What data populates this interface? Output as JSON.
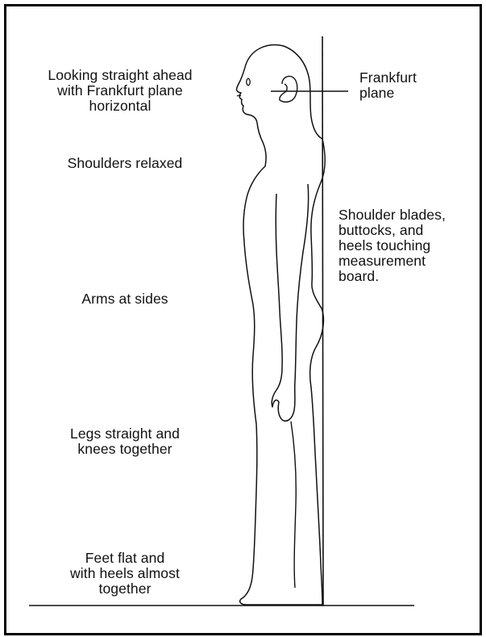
{
  "labels": {
    "looking_ahead": "Looking straight ahead\nwith Frankfurt plane\nhorizontal",
    "frankfurt": "Frankfurt\nplane",
    "shoulders": "Shoulders relaxed",
    "contact": "Shoulder blades,\nbuttocks, and\nheels touching\nmeasurement\nboard.",
    "arms": "Arms at sides",
    "legs": "Legs straight and\nknees together",
    "feet": "Feet flat and\nwith heels almost\ntogether"
  },
  "colors": {
    "line": "#111111",
    "border": "#000000",
    "background": "#ffffff"
  }
}
